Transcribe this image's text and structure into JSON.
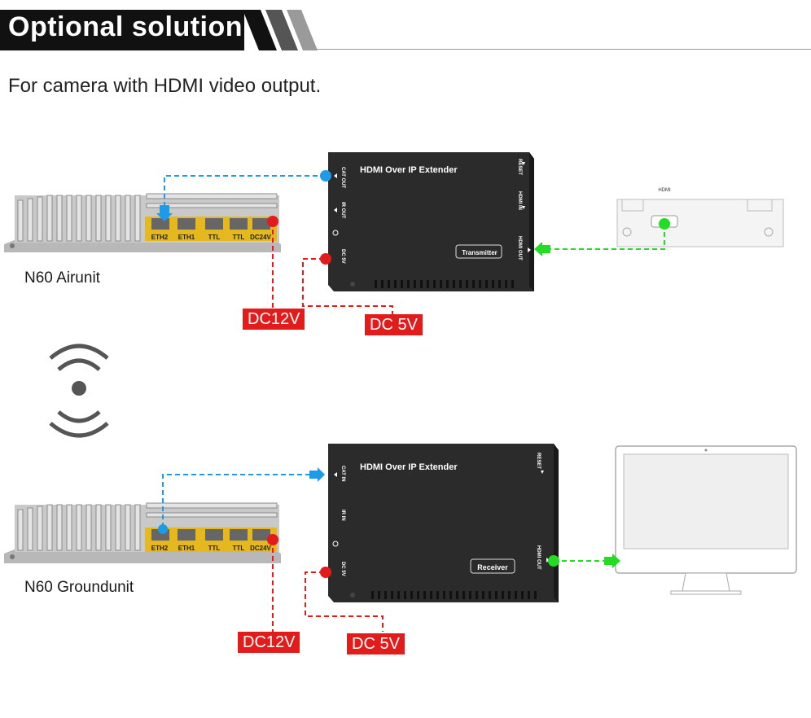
{
  "header": {
    "title": "Optional solution"
  },
  "subtitle": "For camera with HDMI video output.",
  "top_section": {
    "airunit": {
      "name": "N60 Airunit",
      "ports": [
        "ETH2",
        "ETH1",
        "TTL",
        "TTL",
        "DC24V"
      ]
    },
    "transmitter": {
      "title": "HDMI Over IP Extender",
      "badge": "Transmitter",
      "ports": {
        "cat": "CAT OUT",
        "ir": "IR OUT",
        "dc": "DC 5V",
        "reset": "RESET",
        "hdmi_in": "HDMI IN",
        "hdmi_out": "HDMI OUT"
      }
    },
    "camera": {
      "label": "HDMI"
    },
    "dc12v": "DC12V",
    "dc5v": "DC 5V"
  },
  "bottom_section": {
    "groundunit": {
      "name": "N60 Groundunit",
      "ports": [
        "ETH2",
        "ETH1",
        "TTL",
        "TTL",
        "DC24V"
      ]
    },
    "receiver": {
      "title": "HDMI Over IP Extender",
      "badge": "Receiver",
      "ports": {
        "cat": "CAT IN",
        "ir": "IR IN",
        "dc": "DC 5V",
        "reset": "RESET",
        "hdmi_out": "HDMI OUT"
      }
    },
    "dc12v": "DC12V",
    "dc5v": "DC 5V"
  },
  "colors": {
    "cat_line": "#1e9be8",
    "power_line": "#e21b1b",
    "hdmi_line": "#22dd22",
    "header_bg": "#111111"
  }
}
